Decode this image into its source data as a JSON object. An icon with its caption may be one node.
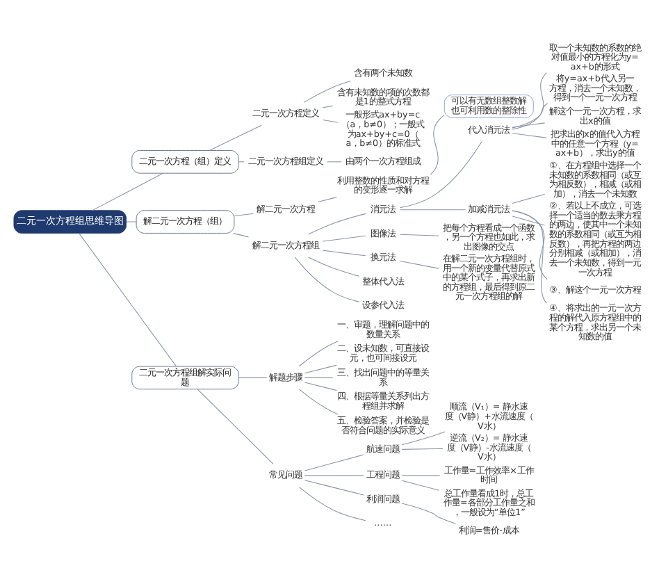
{
  "diagram": {
    "nodes": [
      {
        "text": [
          "二元一次方程组思维导图"
        ]
      },
      {
        "text": [
          "二元一次方程（组）定义"
        ]
      },
      {
        "text": [
          "二元一次方程定义"
        ]
      },
      {
        "text": [
          "含有两个未知数"
        ]
      },
      {
        "text": [
          "含有未知数的项的次数都是1的整式方程"
        ]
      },
      {
        "text": [
          "一般形式ax+by=c（a，b≠0）；一般式为ax+by+c=0（a，b≠0）的标准式"
        ]
      },
      {
        "text": [
          "二元一次方程组定义"
        ]
      },
      {
        "text": [
          "由两个一次方程组成"
        ]
      },
      {
        "text": [
          "解二元一次方程（组）"
        ]
      },
      {
        "text": [
          "解二元一次方程"
        ]
      },
      {
        "text": [
          "利用整数的性质和对方程的变形逐一求解"
        ]
      },
      {
        "text": [
          "可以有无数组整数解",
          "也可利用数的整除性"
        ]
      },
      {
        "text": [
          "解二元一次方程组"
        ]
      },
      {
        "text": [
          "消元法"
        ]
      },
      {
        "text": [
          "代入消元法"
        ]
      },
      {
        "text": [
          "取一个未知数的系数的绝对值最小的方程化为y=ax+b的形式"
        ]
      },
      {
        "text": [
          "将y=ax+b代入另一方程，消去一个未知数，得到一个一元一次方程"
        ]
      },
      {
        "text": [
          "解这个一元一次方程，求出x的值"
        ]
      },
      {
        "text": [
          "把求出的x的值代入方程中的任意一个方程（y=ax+b），求出y的值"
        ]
      },
      {
        "text": [
          "加减消元法"
        ]
      },
      {
        "text": [
          "①、在方程组中选择一个未知数的系数相同（或互为相反数），相减（或相加），消去一个未知数"
        ]
      },
      {
        "text": [
          "②、若以上不成立，可选择一个适当的数去乘方程的两边，使其中一个未知数的系数相同（或互为相反数），再把方程的两边分别相减（或相加），消去一个未知数，得到一元一次方程"
        ]
      },
      {
        "text": [
          "③、解这个一元一次方程"
        ]
      },
      {
        "text": [
          "④、将求出的一元一次方程的解代入原方程组中的某个方程，求出另一个未知数的值"
        ]
      },
      {
        "text": [
          "图像法"
        ]
      },
      {
        "text": [
          "把每个方程看成一个函数，另一个方程也如此，求出图像的交点"
        ]
      },
      {
        "text": [
          "换元法"
        ]
      },
      {
        "text": [
          "在解二元一次方程组时，用一个新的变量代替原式中的某个式子，再求出新的方程组，最后得到原二元一次方程组的解"
        ]
      },
      {
        "text": [
          "整体代入法"
        ]
      },
      {
        "text": [
          "设参代入法"
        ]
      },
      {
        "text": [
          "二元一次方程组解实际问题"
        ]
      },
      {
        "text": [
          "解题步骤"
        ]
      },
      {
        "text": [
          "一、审题，理解问题中的数量关系"
        ]
      },
      {
        "text": [
          "二、设未知数，可直接设元，也可间接设元"
        ]
      },
      {
        "text": [
          "三、找出问题中的等量关系"
        ]
      },
      {
        "text": [
          "四、根据等量关系列出方程组并求解"
        ]
      },
      {
        "text": [
          "五、检验答案，并检验是否符合问题的实际意义"
        ]
      },
      {
        "text": [
          "常见问题"
        ]
      },
      {
        "text": [
          "航速问题"
        ]
      },
      {
        "text": [
          "顺流（V₁）= 静水速度（V静）+水流速度（V水）"
        ]
      },
      {
        "text": [
          "逆流（V₂）= 静水速度（V静）-水流速度（V水）"
        ]
      },
      {
        "text": [
          "工程问题"
        ]
      },
      {
        "text": [
          "工作量=工作效率×工作时间"
        ]
      },
      {
        "text": [
          "总工作量看成1时，总工作量=各部分工作量之和，一般设为“单位1”"
        ]
      },
      {
        "text": [
          "利润问题"
        ]
      },
      {
        "text": [
          "利润=售价-成本"
        ]
      },
      {
        "text": [
          "……"
        ]
      }
    ],
    "edges": [
      {
        "from": 0,
        "to": 1,
        "arrow": "none"
      },
      {
        "from": 1,
        "to": 2,
        "arrow": "none"
      },
      {
        "from": 2,
        "to": 3,
        "arrow": "none"
      },
      {
        "from": 2,
        "to": 4,
        "arrow": "none"
      },
      {
        "from": 2,
        "to": 5,
        "arrow": "none"
      },
      {
        "from": 1,
        "to": 6,
        "arrow": "none"
      },
      {
        "from": 6,
        "to": 7,
        "arrow": "none"
      },
      {
        "from": 0,
        "to": 8,
        "arrow": "none"
      },
      {
        "from": 8,
        "to": 9,
        "arrow": "none"
      },
      {
        "from": 9,
        "to": 10,
        "arrow": "none"
      },
      {
        "from": 10,
        "to": 11,
        "arrow": "none"
      },
      {
        "from": 8,
        "to": 12,
        "arrow": "none"
      },
      {
        "from": 12,
        "to": 13,
        "arrow": "none"
      },
      {
        "from": 13,
        "to": 14,
        "arrow": "none"
      },
      {
        "from": 14,
        "to": 15,
        "arrow": "none"
      },
      {
        "from": 14,
        "to": 16,
        "arrow": "none"
      },
      {
        "from": 14,
        "to": 17,
        "arrow": "none"
      },
      {
        "from": 14,
        "to": 18,
        "arrow": "none"
      },
      {
        "from": 13,
        "to": 19,
        "arrow": "none"
      },
      {
        "from": 19,
        "to": 20,
        "arrow": "none"
      },
      {
        "from": 19,
        "to": 21,
        "arrow": "none"
      },
      {
        "from": 19,
        "to": 22,
        "arrow": "none"
      },
      {
        "from": 19,
        "to": 23,
        "arrow": "none"
      },
      {
        "from": 12,
        "to": 24,
        "arrow": "none"
      },
      {
        "from": 24,
        "to": 25,
        "arrow": "none"
      },
      {
        "from": 12,
        "to": 26,
        "arrow": "none"
      },
      {
        "from": 26,
        "to": 27,
        "arrow": "none"
      },
      {
        "from": 12,
        "to": 28,
        "arrow": "none"
      },
      {
        "from": 12,
        "to": 29,
        "arrow": "none"
      },
      {
        "from": 0,
        "to": 30,
        "arrow": "none"
      },
      {
        "from": 30,
        "to": 31,
        "arrow": "none"
      },
      {
        "from": 31,
        "to": 32,
        "arrow": "none"
      },
      {
        "from": 31,
        "to": 33,
        "arrow": "none"
      },
      {
        "from": 31,
        "to": 34,
        "arrow": "none"
      },
      {
        "from": 31,
        "to": 35,
        "arrow": "none"
      },
      {
        "from": 31,
        "to": 36,
        "arrow": "none"
      },
      {
        "from": 30,
        "to": 37,
        "arrow": "none"
      },
      {
        "from": 37,
        "to": 38,
        "arrow": "none"
      },
      {
        "from": 38,
        "to": 39,
        "arrow": "none"
      },
      {
        "from": 38,
        "to": 40,
        "arrow": "none"
      },
      {
        "from": 37,
        "to": 41,
        "arrow": "none"
      },
      {
        "from": 41,
        "to": 42,
        "arrow": "none"
      },
      {
        "from": 41,
        "to": 43,
        "arrow": "none"
      },
      {
        "from": 37,
        "to": 44,
        "arrow": "none"
      },
      {
        "from": 44,
        "to": 45,
        "arrow": "none"
      },
      {
        "from": 37,
        "to": 46,
        "arrow": "none"
      }
    ]
  }
}
